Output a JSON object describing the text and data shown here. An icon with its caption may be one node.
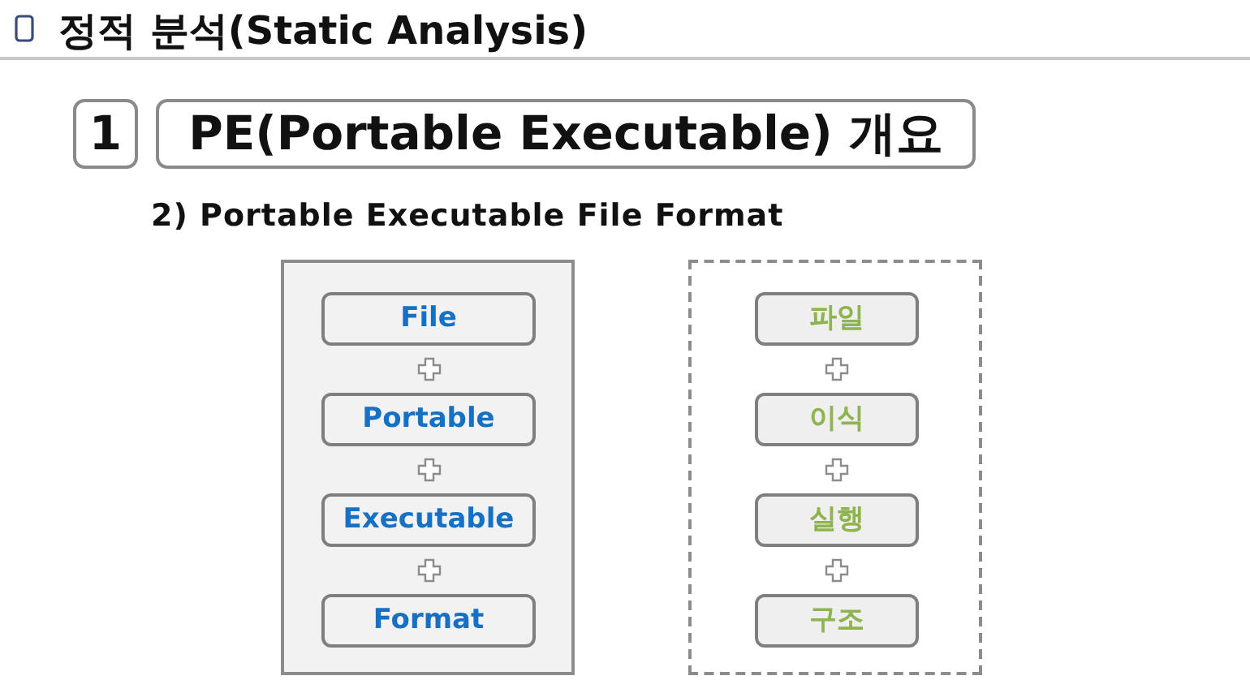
{
  "diagram": {
    "title": "정적 분석(Static Analysis)",
    "nodes": [
      {
        "text": [
          "1"
        ]
      },
      {
        "text": [
          "PE(Portable Executable) 개요"
        ]
      },
      {
        "text": [],
        "shape": "box"
      },
      {
        "text": [
          "File"
        ],
        "in": 2
      },
      {
        "text": [
          "Portable"
        ],
        "in": 2
      },
      {
        "text": [
          "Executable"
        ],
        "in": 2
      },
      {
        "text": [
          "Format"
        ],
        "in": 2
      },
      {
        "text": [],
        "shape": "box"
      },
      {
        "text": [
          "파일"
        ],
        "in": 7
      },
      {
        "text": [
          "이식"
        ],
        "in": 7
      },
      {
        "text": [
          "실행"
        ],
        "in": 7
      },
      {
        "text": [
          "구조"
        ],
        "in": 7
      }
    ],
    "edges": [],
    "labels": [
      "2) Portable Executable File Format"
    ]
  }
}
